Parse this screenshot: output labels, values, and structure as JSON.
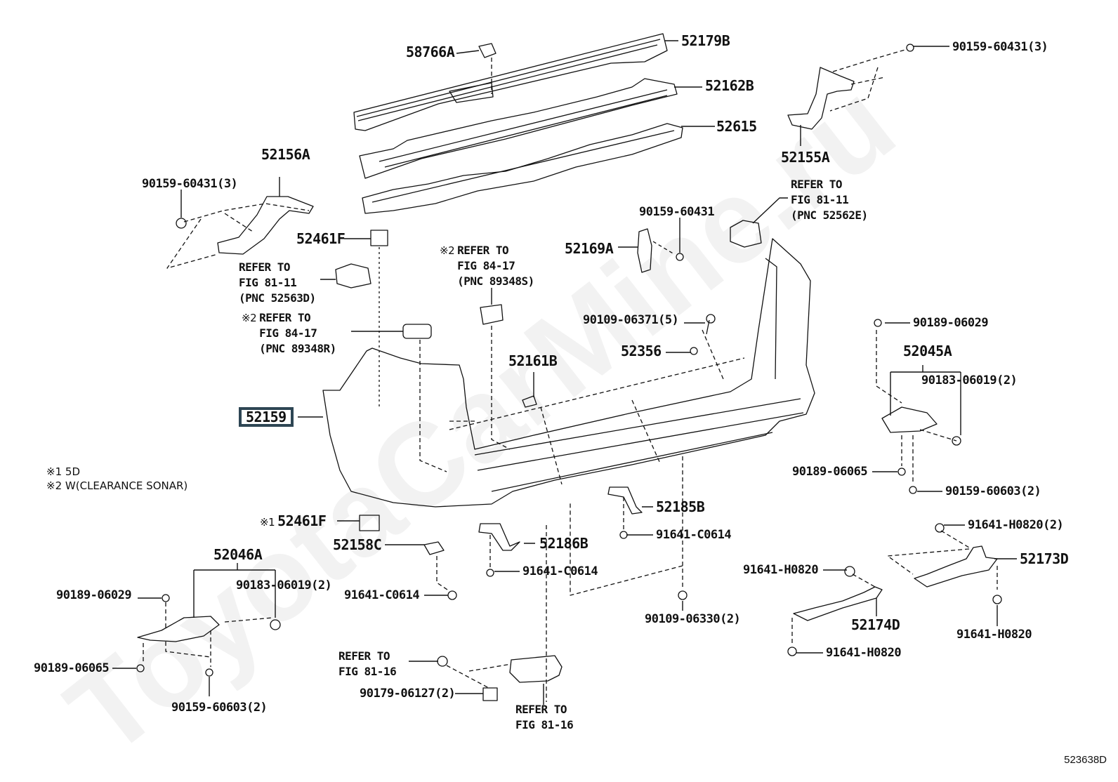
{
  "diagram": {
    "title": "Rear Bumper & Bumper Cover parts diagram",
    "figure_id": "523638D",
    "watermark": "ToyotaCarMine.ru",
    "highlighted_part": "52159",
    "notes": [
      {
        "mark": "※1",
        "text": "5D"
      },
      {
        "mark": "※2",
        "text": "W(CLEARANCE SONAR)"
      }
    ],
    "labels": {
      "p58766A": "58766A",
      "p52179B": "52179B",
      "p52162B": "52162B",
      "p52615": "52615",
      "p90159_60431_3_right": "90159-60431(3)",
      "p52155A": "52155A",
      "ref_52562E": "REFER TO\nFIG 81-11\n(PNC 52562E)",
      "p52156A": "52156A",
      "p90159_60431_3_left": "90159-60431(3)",
      "p52461F_top": "52461F",
      "ref_52563D": "REFER TO\nFIG 81-11\n(PNC 52563D)",
      "ref_89348R": "REFER TO\nFIG 84-17\n(PNC 89348R)",
      "ref_89348R_mark": "※2",
      "ref_89348S": "REFER TO\nFIG 84-17\n(PNC 89348S)",
      "ref_89348S_mark": "※2",
      "p90159_60431": "90159-60431",
      "p52169A": "52169A",
      "p90109_06371_5": "90109-06371(5)",
      "p52356": "52356",
      "p52161B": "52161B",
      "p52159": "52159",
      "p90189_06029_right": "90189-06029",
      "p52045A": "52045A",
      "p90183_06019_2_right": "90183-06019(2)",
      "p90189_06065_right": "90189-06065",
      "p90159_60603_2_right": "90159-60603(2)",
      "p52461F_bottom": "52461F",
      "p52461F_bottom_mark": "※1",
      "p52158C": "52158C",
      "p52186B": "52186B",
      "p52185B": "52185B",
      "p91641_C0614_a": "91641-C0614",
      "p91641_C0614_b": "91641-C0614",
      "p91641_C0614_c": "91641-C0614",
      "p91641_H0820_2": "91641-H0820(2)",
      "p52173D": "52173D",
      "p91641_H0820_a": "91641-H0820",
      "p52174D": "52174D",
      "p91641_H0820_b": "91641-H0820",
      "p91641_H0820_c": "91641-H0820",
      "p90109_06330_2": "90109-06330(2)",
      "p52046A": "52046A",
      "p90189_06029_left": "90189-06029",
      "p90183_06019_2_left": "90183-06019(2)",
      "p90189_06065_left": "90189-06065",
      "p90159_60603_2_left": "90159-60603(2)",
      "ref_81_16_a": "REFER TO\nFIG 81-16",
      "p90179_06127_2": "90179-06127(2)",
      "ref_81_16_b": "REFER TO\nFIG 81-16"
    }
  }
}
